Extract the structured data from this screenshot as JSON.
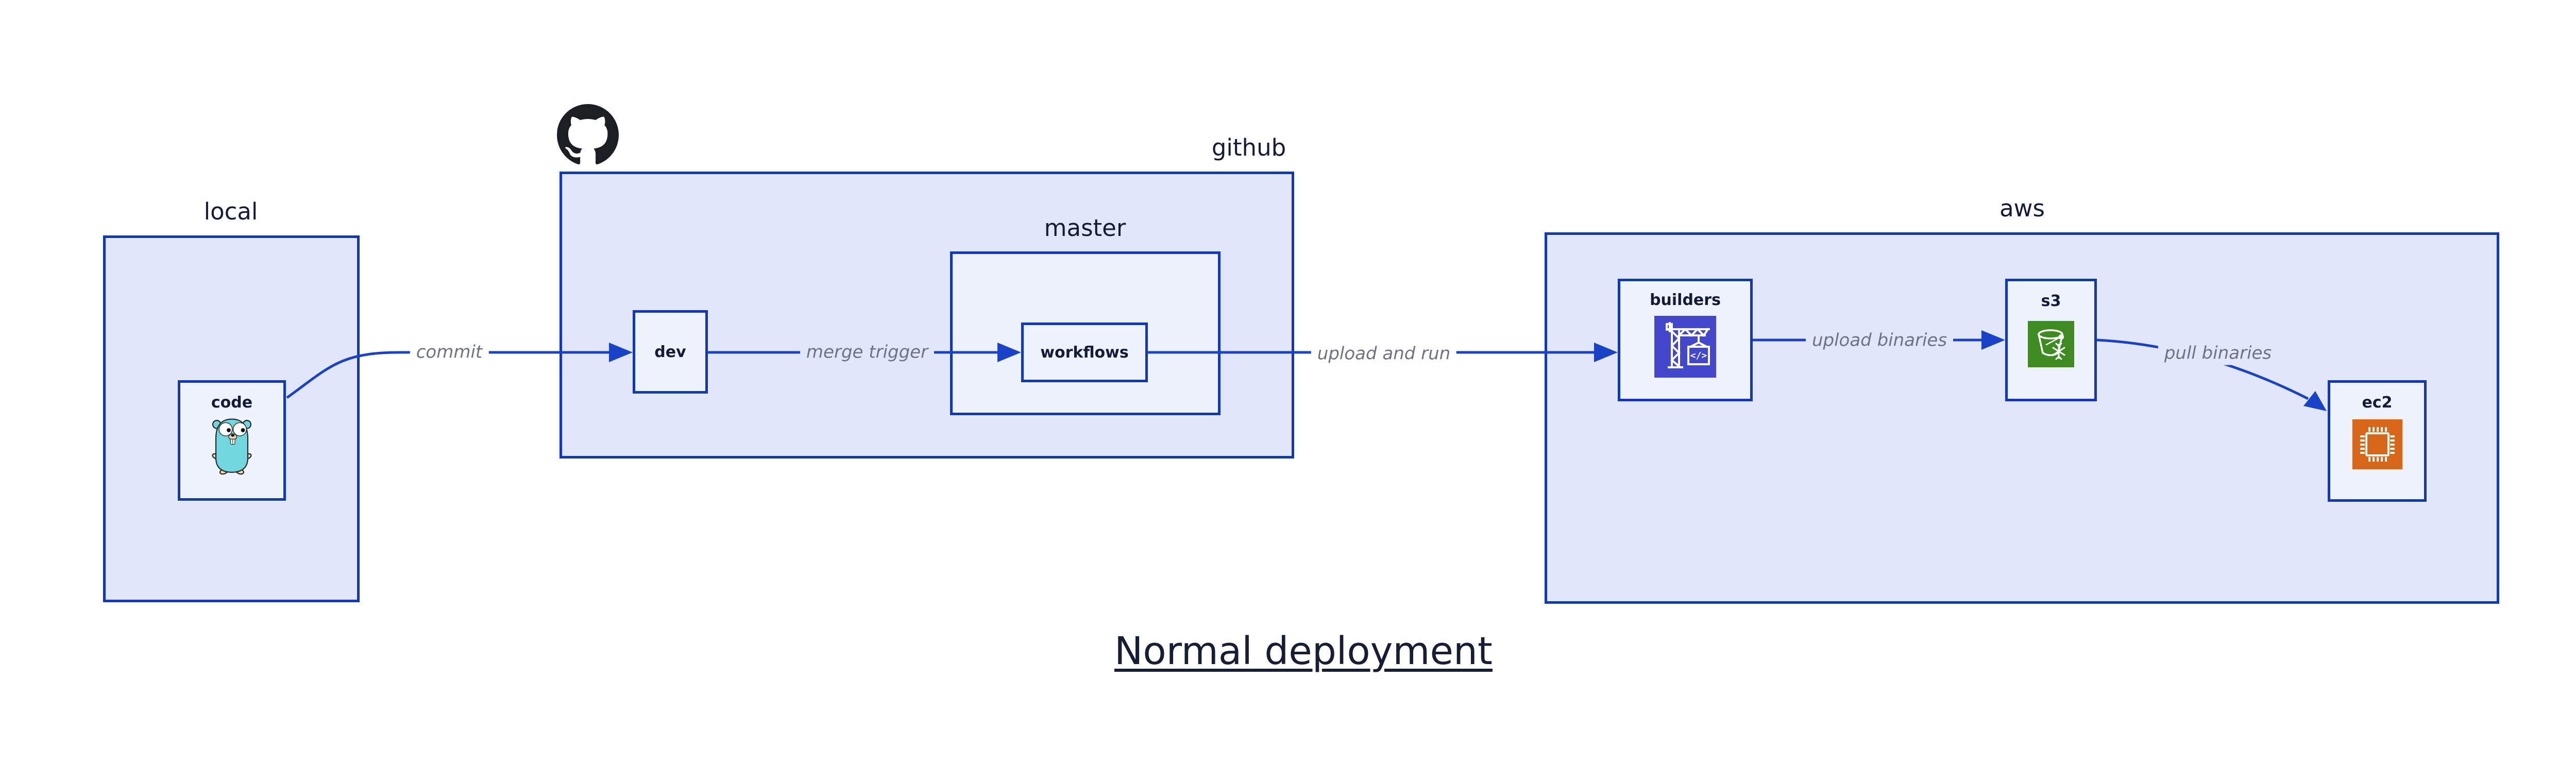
{
  "title": {
    "text": "Normal deployment"
  },
  "groups": {
    "local": {
      "label": "local"
    },
    "github": {
      "label": "github"
    },
    "master": {
      "label": "master"
    },
    "aws": {
      "label": "aws"
    }
  },
  "nodes": {
    "code": {
      "label": "code",
      "icon": "go-gopher-icon"
    },
    "dev": {
      "label": "dev"
    },
    "workflows": {
      "label": "workflows"
    },
    "builders": {
      "label": "builders",
      "icon": "codebuild-crane-icon",
      "icon_glyph": "</>"
    },
    "s3": {
      "label": "s3",
      "icon": "s3-glacier-bucket-icon"
    },
    "ec2": {
      "label": "ec2",
      "icon": "ec2-chip-icon"
    }
  },
  "edges": {
    "commit": {
      "label": "commit",
      "from": "code",
      "to": "dev"
    },
    "merge_trigger": {
      "label": "merge trigger",
      "from": "dev",
      "to": "workflows"
    },
    "upload_and_run": {
      "label": "upload and run",
      "from": "workflows",
      "to": "builders"
    },
    "upload_binaries": {
      "label": "upload binaries",
      "from": "builders",
      "to": "s3"
    },
    "pull_binaries": {
      "label": "pull binaries",
      "from": "s3",
      "to": "ec2"
    }
  },
  "theme": {
    "box-border": "#1238b4",
    "arrow": "#1a42c8",
    "group-fill": "#e1e7f9",
    "master-fill": "#edf1fc",
    "node-fill": "#eef2fc",
    "label-color": "#141b36",
    "edge-label-color": "#6d7380",
    "builders-icon-bg": "#4247cb",
    "s3-icon-bg": "#3e8b21",
    "ec2-icon-bg": "#d9671a",
    "github-mark": "#1b1f23",
    "gopher-body": "#72d6de",
    "gopher-skin": "#f6d7a7"
  }
}
